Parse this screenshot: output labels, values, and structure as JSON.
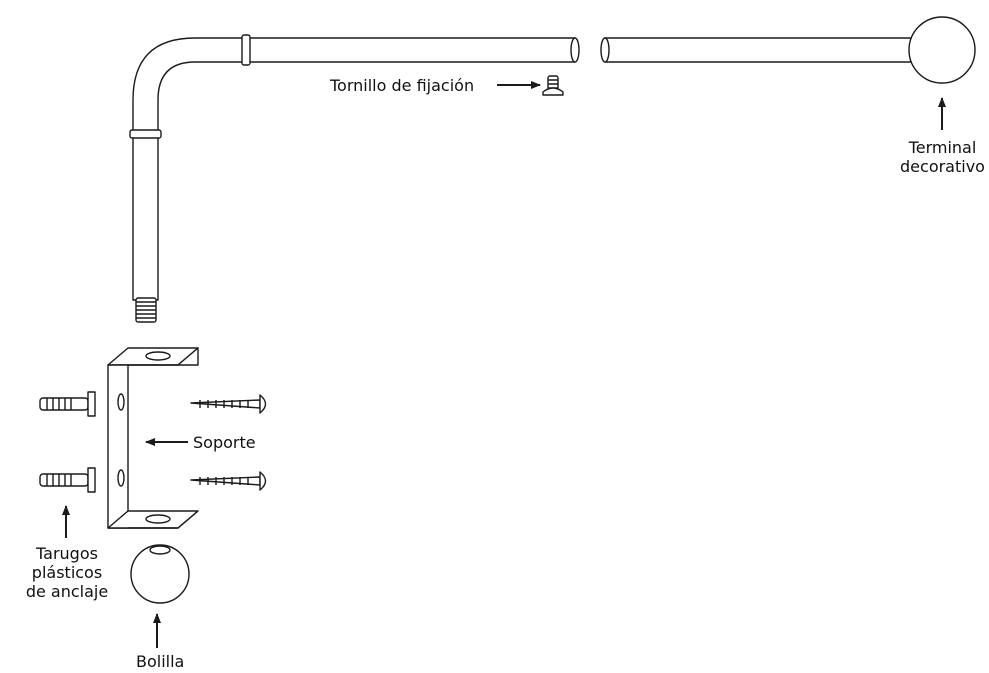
{
  "labels": {
    "set_screw": "Tornillo de fijación",
    "finial_line1": "Terminal",
    "finial_line2": "decorativo",
    "bracket": "Soporte",
    "anchors_line1": "Tarugos",
    "anchors_line2": "plásticos",
    "anchors_line3": "de anclaje",
    "ball": "Bolilla"
  },
  "colors": {
    "stroke": "#1a1a1a",
    "fill": "#ffffff"
  }
}
